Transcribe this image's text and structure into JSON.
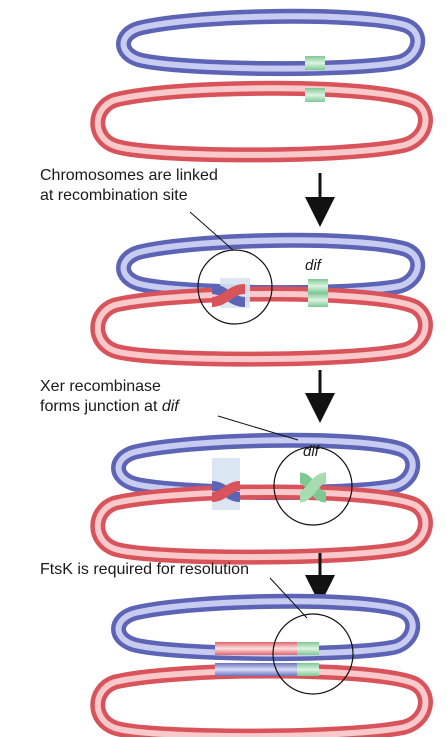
{
  "captions": {
    "step1_line1": "Chromosomes are linked",
    "step1_line2": "at recombination site",
    "step2_line1": "Xer recombinase",
    "step2_line2_prefix": "forms junction at ",
    "step2_line2_site": "dif",
    "step3": "FtsK is required for resolution"
  },
  "site_labels": {
    "stage2": "dif",
    "stage3": "dif"
  },
  "colors": {
    "blue_chromosome": "#8e95d6",
    "red_chromosome": "#f08c90",
    "dif_site": "#a6dcb0",
    "crossing_highlight": "#d6e4f2",
    "arrow": "#111111"
  }
}
